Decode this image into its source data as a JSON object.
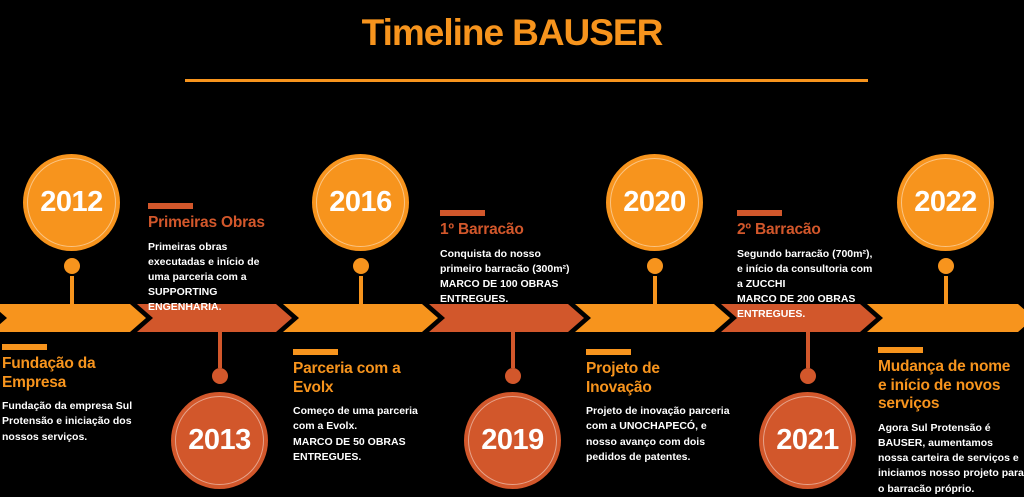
{
  "page": {
    "title_prefix": "Timeline",
    "title_brand": "BAUSER"
  },
  "colors": {
    "orange": "#F7941D",
    "terracotta": "#D2572B",
    "background": "#000000",
    "text": "#FFFFFF"
  },
  "band_segments": [
    "orange",
    "terracotta",
    "orange",
    "terracotta",
    "orange",
    "terracotta",
    "orange"
  ],
  "milestones": [
    {
      "year": "2012",
      "side": "top",
      "color": "orange"
    },
    {
      "year": "2013",
      "side": "bottom",
      "color": "terracotta"
    },
    {
      "year": "2016",
      "side": "top",
      "color": "orange"
    },
    {
      "year": "2019",
      "side": "bottom",
      "color": "terracotta"
    },
    {
      "year": "2020",
      "side": "top",
      "color": "orange"
    },
    {
      "year": "2021",
      "side": "bottom",
      "color": "terracotta"
    },
    {
      "year": "2022",
      "side": "top",
      "color": "orange"
    }
  ],
  "events": [
    {
      "heading": "Fundação da Empresa",
      "description": "Fundação da empresa Sul Protensão e iniciação dos nossos serviços.",
      "milestone_note": ""
    },
    {
      "heading": "Primeiras Obras",
      "description": "Primeiras obras executadas e início de uma parceria com a SUPPORTING ENGENHARIA.",
      "milestone_note": ""
    },
    {
      "heading": "Parceria com a Evolx",
      "description": "Começo de uma parceria com a Evolx.",
      "milestone_note": "MARCO DE 50 OBRAS ENTREGUES."
    },
    {
      "heading": "1º Barracão",
      "description": "Conquista do nosso primeiro barracão (300m²)",
      "milestone_note": "MARCO DE 100 OBRAS ENTREGUES."
    },
    {
      "heading": "Projeto de Inovação",
      "description": "Projeto de inovação parceria com a UNOCHAPECÓ, e nosso avanço com dois pedidos de patentes.",
      "milestone_note": ""
    },
    {
      "heading": "2º Barracão",
      "description": "Segundo barracão (700m²), e início da consultoria com a ZUCCHI",
      "milestone_note": "MARCO DE 200 OBRAS ENTREGUES."
    },
    {
      "heading": "Mudança de nome e início de novos serviços",
      "description": "Agora Sul Protensão é BAUSER, aumentamos nossa carteira de serviços e iniciamos nosso projeto para o barracão próprio.",
      "milestone_note": ""
    }
  ]
}
